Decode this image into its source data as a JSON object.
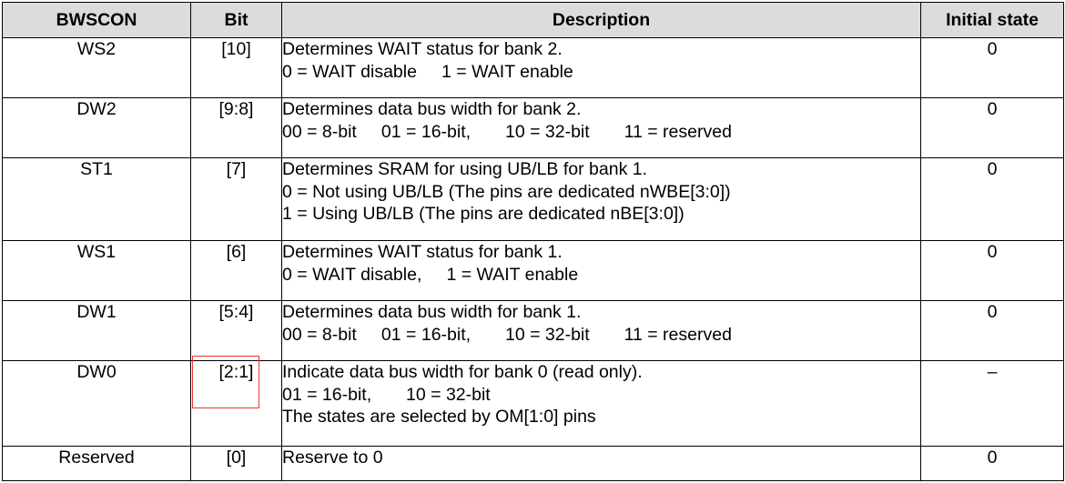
{
  "headers": {
    "name": "BWSCON",
    "bit": "Bit",
    "description": "Description",
    "initial": "Initial state"
  },
  "rows": [
    {
      "name": "WS2",
      "bit": "[10]",
      "lines": [
        "Determines WAIT status for bank 2.",
        "0 = WAIT disable     1 = WAIT enable"
      ],
      "initial": "0"
    },
    {
      "name": "DW2",
      "bit": "[9:8]",
      "lines": [
        "Determines data bus width for bank 2.",
        "00 = 8-bit     01 = 16-bit,       10 = 32-bit       11 = reserved"
      ],
      "initial": "0"
    },
    {
      "name": "ST1",
      "bit": "[7]",
      "lines": [
        "Determines SRAM for using UB/LB for bank 1.",
        "0 = Not using UB/LB (The pins are dedicated nWBE[3:0])",
        "1 = Using UB/LB (The pins are dedicated nBE[3:0])"
      ],
      "initial": "0"
    },
    {
      "name": "WS1",
      "bit": "[6]",
      "lines": [
        "Determines WAIT status for bank 1.",
        "0 = WAIT disable,     1 = WAIT enable"
      ],
      "initial": "0"
    },
    {
      "name": "DW1",
      "bit": "[5:4]",
      "lines": [
        "Determines data bus width for bank 1.",
        "00 = 8-bit     01 = 16-bit,       10 = 32-bit       11 = reserved"
      ],
      "initial": "0"
    },
    {
      "name": "DW0",
      "bit": "[2:1]",
      "lines": [
        "Indicate data bus width for bank 0 (read only).",
        "01 = 16-bit,       10 = 32-bit",
        "The states are selected by OM[1:0] pins"
      ],
      "initial": "–"
    },
    {
      "name": "Reserved",
      "bit": "[0]",
      "lines": [
        "Reserve to 0"
      ],
      "initial": "0"
    }
  ]
}
